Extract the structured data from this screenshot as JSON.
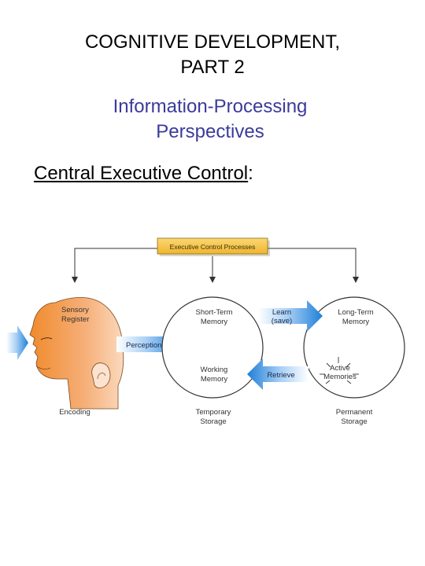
{
  "slide": {
    "title_line1": "COGNITIVE DEVELOPMENT,",
    "title_line2": "PART 2",
    "subtitle_line1": "Information-Processing",
    "subtitle_line2": "Perspectives",
    "heading_underlined": "Central Executive Control",
    "heading_suffix": ":"
  },
  "diagram": {
    "executive_box": "Executive Control Processes",
    "sensory_register_line1": "Sensory",
    "sensory_register_line2": "Register",
    "perception": "Perception",
    "stm_line1": "Short-Term",
    "stm_line2": "Memory",
    "working_line1": "Working",
    "working_line2": "Memory",
    "learn_line1": "Learn",
    "learn_line2": "(save)",
    "retrieve": "Retrieve",
    "ltm_line1": "Long-Term",
    "ltm_line2": "Memory",
    "active_line1": "Active",
    "active_line2": "Memories",
    "encoding": "Encoding",
    "temporary_line1": "Temporary",
    "temporary_line2": "Storage",
    "permanent_line1": "Permanent",
    "permanent_line2": "Storage"
  },
  "colors": {
    "title": "#000000",
    "subtitle": "#3B3B9A",
    "executive_box_fill": "#F7C84A",
    "arrow_blue": "#2E86D8",
    "face_fill": "#F2A25C"
  }
}
